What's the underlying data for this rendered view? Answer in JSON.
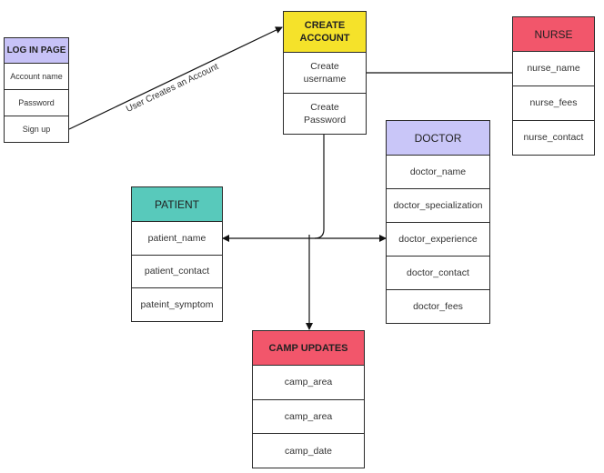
{
  "login": {
    "title": "LOG IN PAGE",
    "color": "#c7c2f7",
    "fields": [
      "Account name",
      "Password",
      "Sign up"
    ]
  },
  "create_account": {
    "title": "CREATE ACCOUNT",
    "color": "#f5e22a",
    "fields": [
      "Create username",
      "Create Password"
    ]
  },
  "nurse": {
    "title": "NURSE",
    "color": "#f2566b",
    "fields": [
      "nurse_name",
      "nurse_fees",
      "nurse_contact"
    ]
  },
  "doctor": {
    "title": "DOCTOR",
    "color": "#c9c6f8",
    "fields": [
      "doctor_name",
      "doctor_specialization",
      "doctor_experience",
      "doctor_contact",
      "doctor_fees"
    ]
  },
  "patient": {
    "title": "PATIENT",
    "color": "#58c9bb",
    "fields": [
      "patient_name",
      "patient_contact",
      "pateint_symptom"
    ]
  },
  "camp": {
    "title": "CAMP UPDATES",
    "color": "#f2566b",
    "fields": [
      "camp_area",
      "camp_area",
      "camp_date"
    ]
  },
  "edges": {
    "signup_to_create": "User Creates an Account"
  }
}
